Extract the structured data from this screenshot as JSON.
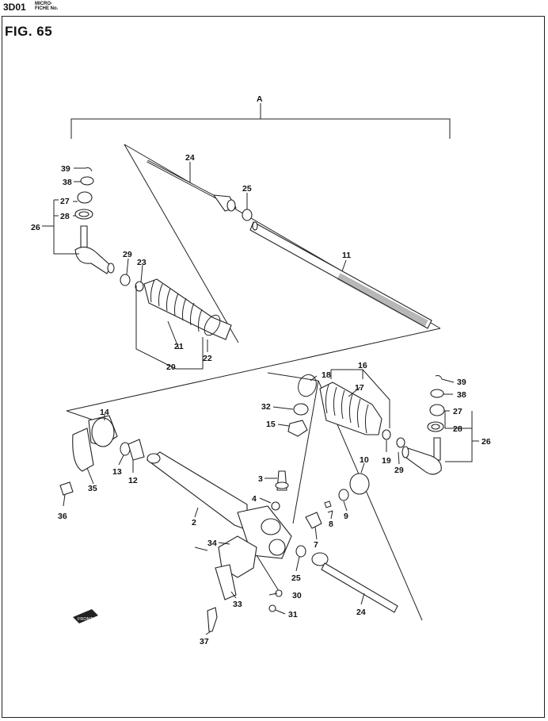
{
  "header": {
    "code": "3D01",
    "micro_line1": "MICRO-",
    "micro_line2": "FICHE No."
  },
  "figure": {
    "title": "FIG. 65",
    "assembly_label": "A",
    "front_marker": "FRONT"
  },
  "callouts": [
    {
      "id": "c39a",
      "text": "39"
    },
    {
      "id": "c38a",
      "text": "38"
    },
    {
      "id": "c27a",
      "text": "27"
    },
    {
      "id": "c28a",
      "text": "28"
    },
    {
      "id": "c26a",
      "text": "26"
    },
    {
      "id": "c29a",
      "text": "29"
    },
    {
      "id": "c23",
      "text": "23"
    },
    {
      "id": "c24a",
      "text": "24"
    },
    {
      "id": "c25a",
      "text": "25"
    },
    {
      "id": "c11",
      "text": "11"
    },
    {
      "id": "c21",
      "text": "21"
    },
    {
      "id": "c22",
      "text": "22"
    },
    {
      "id": "c20",
      "text": "20"
    },
    {
      "id": "c18",
      "text": "18"
    },
    {
      "id": "c16",
      "text": "16"
    },
    {
      "id": "c17",
      "text": "17"
    },
    {
      "id": "c32",
      "text": "32"
    },
    {
      "id": "c15",
      "text": "15"
    },
    {
      "id": "c19",
      "text": "19"
    },
    {
      "id": "c29b",
      "text": "29"
    },
    {
      "id": "c39b",
      "text": "39"
    },
    {
      "id": "c38b",
      "text": "38"
    },
    {
      "id": "c27b",
      "text": "27"
    },
    {
      "id": "c28b",
      "text": "28"
    },
    {
      "id": "c26b",
      "text": "26"
    },
    {
      "id": "c14",
      "text": "14"
    },
    {
      "id": "c13",
      "text": "13"
    },
    {
      "id": "c12",
      "text": "12"
    },
    {
      "id": "c35",
      "text": "35"
    },
    {
      "id": "c36",
      "text": "36"
    },
    {
      "id": "c10",
      "text": "10"
    },
    {
      "id": "c3",
      "text": "3"
    },
    {
      "id": "c4",
      "text": "4"
    },
    {
      "id": "c2",
      "text": "2"
    },
    {
      "id": "c7",
      "text": "7"
    },
    {
      "id": "c8",
      "text": "8"
    },
    {
      "id": "c9",
      "text": "9"
    },
    {
      "id": "c34",
      "text": "34"
    },
    {
      "id": "c25b",
      "text": "25"
    },
    {
      "id": "c33",
      "text": "33"
    },
    {
      "id": "c30",
      "text": "30"
    },
    {
      "id": "c31",
      "text": "31"
    },
    {
      "id": "c24b",
      "text": "24"
    },
    {
      "id": "c37",
      "text": "37"
    }
  ]
}
